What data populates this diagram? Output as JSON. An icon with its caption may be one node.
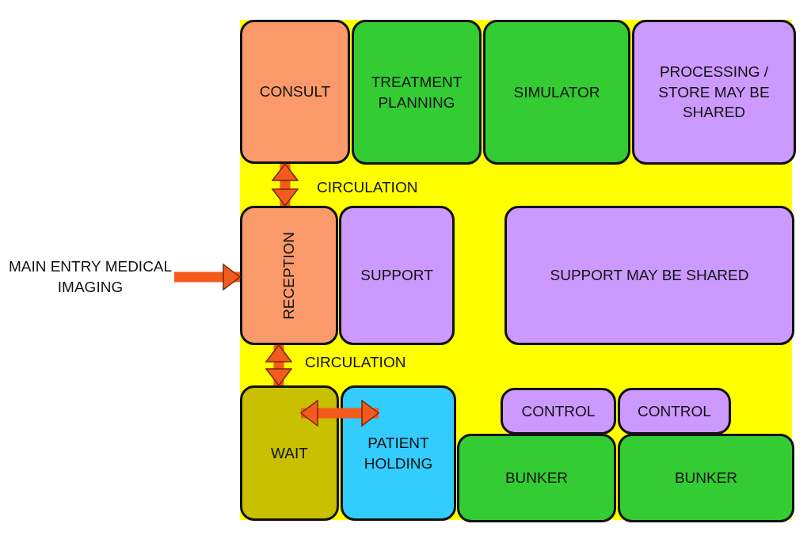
{
  "diagram": {
    "nodes": [
      {
        "text": [
          "CIRCULATION",
          "CIRCULATION"
        ]
      },
      {
        "text": [
          "CONSULT"
        ],
        "in": 0
      },
      {
        "text": [
          "TREATMENT PLANNING"
        ],
        "in": 0
      },
      {
        "text": [
          "SIMULATOR"
        ],
        "in": 0
      },
      {
        "text": [
          "PROCESSING / STORE MAY BE SHARED"
        ],
        "in": 0
      },
      {
        "text": [
          "RECEPTION"
        ],
        "in": 0
      },
      {
        "text": [
          "SUPPORT"
        ],
        "in": 0
      },
      {
        "text": [
          "SUPPORT MAY BE SHARED"
        ],
        "in": 0
      },
      {
        "text": [
          "CONTROL"
        ],
        "in": 0
      },
      {
        "text": [
          "CONTROL"
        ],
        "in": 0
      },
      {
        "text": [
          "WAIT"
        ],
        "in": 0
      },
      {
        "text": [
          "PATIENT HOLDING"
        ],
        "in": 0
      },
      {
        "text": [
          "BUNKER"
        ],
        "in": 0
      },
      {
        "text": [
          "BUNKER"
        ],
        "in": 0
      },
      {
        "text": [
          "MAIN ENTRY MEDICAL IMAGING"
        ]
      }
    ],
    "edges": [
      {
        "from": 1,
        "to": 5,
        "arrow": "both"
      },
      {
        "from": 14,
        "to": 5,
        "arrow": "to"
      },
      {
        "from": 5,
        "to": 10,
        "arrow": "both"
      },
      {
        "from": 10,
        "to": 11,
        "arrow": "both"
      }
    ]
  }
}
